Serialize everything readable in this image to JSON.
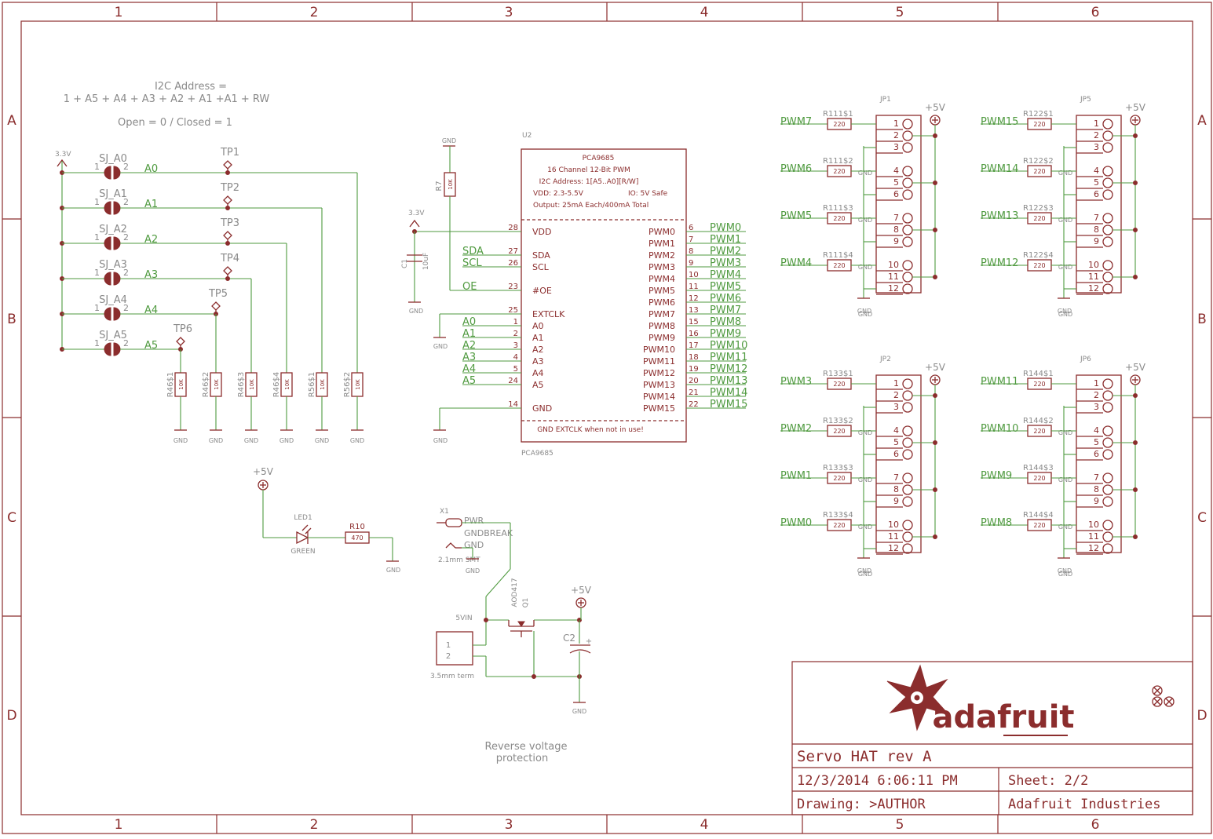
{
  "frame": {
    "columns": [
      "1",
      "2",
      "3",
      "4",
      "5",
      "6"
    ],
    "rows": [
      "A",
      "B",
      "C",
      "D"
    ]
  },
  "notes": {
    "i2c_line1": "I2C Address =",
    "i2c_line2": "1 + A5 + A4 + A3 + A2 + A1 +A1 + RW",
    "i2c_line3": "Open = 0 / Closed = 1",
    "reverse_line1": "Reverse voltage",
    "reverse_line2": "protection"
  },
  "address_jumpers": {
    "supply": "3.3V",
    "pin1": "1",
    "pin2": "2",
    "gnd": "GND",
    "items": [
      {
        "jumper": "SJ_A0",
        "net": "A0",
        "tp": "TP1",
        "res": "R56$2",
        "val": "10K"
      },
      {
        "jumper": "SJ_A1",
        "net": "A1",
        "tp": "TP2",
        "res": "R56$1",
        "val": "10K"
      },
      {
        "jumper": "SJ_A2",
        "net": "A2",
        "tp": "TP3",
        "res": "R46$4",
        "val": "10K"
      },
      {
        "jumper": "SJ_A3",
        "net": "A3",
        "tp": "TP4",
        "res": "R46$3",
        "val": "10K"
      },
      {
        "jumper": "SJ_A4",
        "net": "A4",
        "tp": "TP5",
        "res": "R46$2",
        "val": "10K"
      },
      {
        "jumper": "SJ_A5",
        "net": "A5",
        "tp": "TP6",
        "res": "R46$1",
        "val": "10K"
      }
    ]
  },
  "u2": {
    "ref": "U2",
    "name": "PCA9685",
    "desc1": "16 Channel 12-Bit PWM",
    "desc2": "I2C Address: 1[A5..A0][R/W]",
    "desc3": "VDD: 2.3-5.5V",
    "desc3b": "IO: 5V Safe",
    "desc4": "Output: 25mA Each/400mA Total",
    "note": "GND EXTCLK when not in use!",
    "footer": "PCA9685",
    "left_pins": [
      {
        "pin": "28",
        "name": "VDD",
        "net": ""
      },
      {
        "pin": "27",
        "name": "SDA",
        "net": "SDA"
      },
      {
        "pin": "26",
        "name": "SCL",
        "net": "SCL"
      },
      {
        "pin": "23",
        "name": "#OE",
        "net": "OE"
      },
      {
        "pin": "25",
        "name": "EXTCLK",
        "net": ""
      },
      {
        "pin": "1",
        "name": "A0",
        "net": "A0"
      },
      {
        "pin": "2",
        "name": "A1",
        "net": "A1"
      },
      {
        "pin": "3",
        "name": "A2",
        "net": "A2"
      },
      {
        "pin": "4",
        "name": "A3",
        "net": "A3"
      },
      {
        "pin": "5",
        "name": "A4",
        "net": "A4"
      },
      {
        "pin": "24",
        "name": "A5",
        "net": "A5"
      },
      {
        "pin": "14",
        "name": "GND",
        "net": ""
      }
    ],
    "right_pins": [
      {
        "pin": "6",
        "name": "PWM0",
        "net": "PWM0"
      },
      {
        "pin": "7",
        "name": "PWM1",
        "net": "PWM1"
      },
      {
        "pin": "8",
        "name": "PWM2",
        "net": "PWM2"
      },
      {
        "pin": "9",
        "name": "PWM3",
        "net": "PWM3"
      },
      {
        "pin": "10",
        "name": "PWM4",
        "net": "PWM4"
      },
      {
        "pin": "11",
        "name": "PWM5",
        "net": "PWM5"
      },
      {
        "pin": "12",
        "name": "PWM6",
        "net": "PWM6"
      },
      {
        "pin": "13",
        "name": "PWM7",
        "net": "PWM7"
      },
      {
        "pin": "15",
        "name": "PWM8",
        "net": "PWM8"
      },
      {
        "pin": "16",
        "name": "PWM9",
        "net": "PWM9"
      },
      {
        "pin": "17",
        "name": "PWM10",
        "net": "PWM10"
      },
      {
        "pin": "18",
        "name": "PWM11",
        "net": "PWM11"
      },
      {
        "pin": "19",
        "name": "PWM12",
        "net": "PWM12"
      },
      {
        "pin": "20",
        "name": "PWM13",
        "net": "PWM13"
      },
      {
        "pin": "21",
        "name": "PWM14",
        "net": "PWM14"
      },
      {
        "pin": "22",
        "name": "PWM15",
        "net": "PWM15"
      }
    ]
  },
  "support": {
    "r7": "R7",
    "r7_val": "10K",
    "c1": "C1",
    "c1_val": "10uF",
    "supply": "3.3V",
    "gnd": "GND"
  },
  "led_circuit": {
    "supply": "+5V",
    "led": "LED1",
    "led_color": "GREEN",
    "res": "R10",
    "res_val": "470",
    "gnd": "GND"
  },
  "power_input": {
    "x1": "X1",
    "pwr": "PWR",
    "gndbreak": "GNDBREAK",
    "gnd_pin": "GND",
    "jack": "2.1mm SMT",
    "gnd": "GND",
    "mosfet_part": "AOD417",
    "mosfet_ref": "Q1",
    "vin": "5VIN",
    "term": "3.5mm term",
    "term_p1": "1",
    "term_p2": "2",
    "cap": "C2",
    "supply": "+5V",
    "plus": "+"
  },
  "headers": [
    {
      "ref": "JP1",
      "rp": "R11",
      "nets": [
        "PWM7",
        "PWM6",
        "PWM5",
        "PWM4"
      ]
    },
    {
      "ref": "JP5",
      "rp": "R12",
      "nets": [
        "PWM15",
        "PWM14",
        "PWM13",
        "PWM12"
      ]
    },
    {
      "ref": "JP2",
      "rp": "R13",
      "nets": [
        "PWM3",
        "PWM2",
        "PWM1",
        "PWM0"
      ]
    },
    {
      "ref": "JP6",
      "rp": "R14",
      "nets": [
        "PWM11",
        "PWM10",
        "PWM9",
        "PWM8"
      ]
    }
  ],
  "header_common": {
    "supply": "+5V",
    "gnd": "GND",
    "res_val": "220",
    "pins": [
      "1",
      "2",
      "3",
      "4",
      "5",
      "6",
      "7",
      "8",
      "9",
      "10",
      "11",
      "12"
    ]
  },
  "title_block": {
    "logo_text": "adafruit",
    "title": "Servo HAT rev A",
    "date": "12/3/2014 6:06:11 PM",
    "sheet": "Sheet: 2/2",
    "drawing": "Drawing: >AUTHOR",
    "company": "Adafruit Industries"
  },
  "colors": {
    "symbol": "#8b2d2d",
    "wire": "#4f9a3f",
    "annotation": "#8a8a8a"
  }
}
